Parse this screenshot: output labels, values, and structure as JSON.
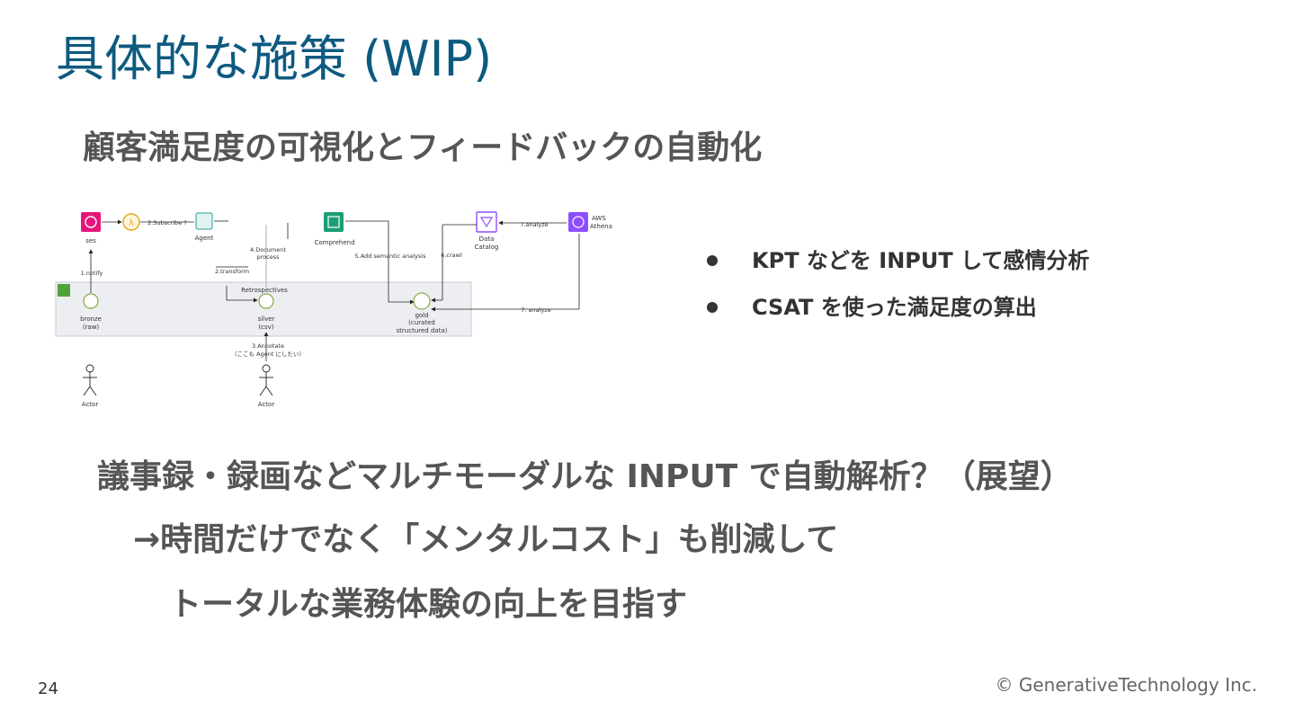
{
  "title": "具体的な施策 (WIP)",
  "subtitle": "顧客満足度の可視化とフィードバックの自動化",
  "bullets": [
    "KPT などを INPUT して感情分析",
    "CSAT を使った満足度の算出"
  ],
  "body": {
    "line1": "議事録・録画などマルチモーダルな INPUT で自動解析？（展望）",
    "line2": "→時間だけでなく「メンタルコスト」も削減して",
    "line3": "トータルな業務体験の向上を目指す"
  },
  "footer": {
    "page_number": "24",
    "copyright": "© GenerativeTechnology Inc."
  },
  "diagram": {
    "nodes": {
      "ses": "ses",
      "agent": "Agent",
      "comprehend": "Comprehend",
      "data_catalog_1": "Data",
      "data_catalog_2": "Catalog",
      "athena_1": "AWS",
      "athena_2": "Athena",
      "retrospectives": "Retrospectives",
      "bronze_1": "bronze",
      "bronze_2": "(raw)",
      "silver_1": "silver",
      "silver_2": "(csv)",
      "gold_1": "gold",
      "gold_2": "(curated",
      "gold_3": "structured data)",
      "actor_left": "Actor",
      "actor_right": "Actor"
    },
    "edges": {
      "e1": "1.notify",
      "e2": "2.Subscribe ?",
      "e2b": "2.transform",
      "e3a": "3.Annotate",
      "e3b": "（ここも Agent にしたい）",
      "e4a": "4.Document",
      "e4b": "process",
      "e5": "5.Add semantic analysis",
      "e6": "6.crawl",
      "e7a": "7.analyze",
      "e7b": "7. analyze"
    }
  },
  "colors": {
    "title": "#0d5a80",
    "ses": "#e7157b",
    "comprehend": "#1b9e77",
    "athena": "#8c4fff",
    "lambda": "#e8a317"
  }
}
